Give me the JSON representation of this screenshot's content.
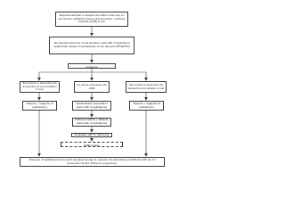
{
  "boxes": {
    "b1": "Experimental plan to analyze the effect of azo dye on ammonium oxidation process and ammonia - oxidizing bacteria (AOB) in soil",
    "b2": "30 experimental units of soil samples, each with 3 replications treated with various concentrations of azo dye and (NH4)2SO4",
    "b3": "Sub-sample of soil from each treatment",
    "b4": "Soil extract to determine the ammonium-N concentration in soil",
    "b5": "1 g soil to enumerate the AOB",
    "b6": "Soil extract to determine the nitrate-N concentration in soil",
    "b7": "Aliquote + reagents (3 replications)",
    "b8": "Serial dilution preparation (each with 3 replications)",
    "b9": "Aliquote + reagents (3 replications)",
    "b10": "Nutrient medium + aliquote (each with 3 replications)",
    "b11": "Incubation (28 °C, 48 hours)",
    "b12": "Number of bacterial colonies × dilution factor = AOB number",
    "b13": "Aliquotes (3 replications) from each prepared sample to measure the absorbance at 636 and 410 nm for ammonium-N and nitrate-N, respectively."
  }
}
